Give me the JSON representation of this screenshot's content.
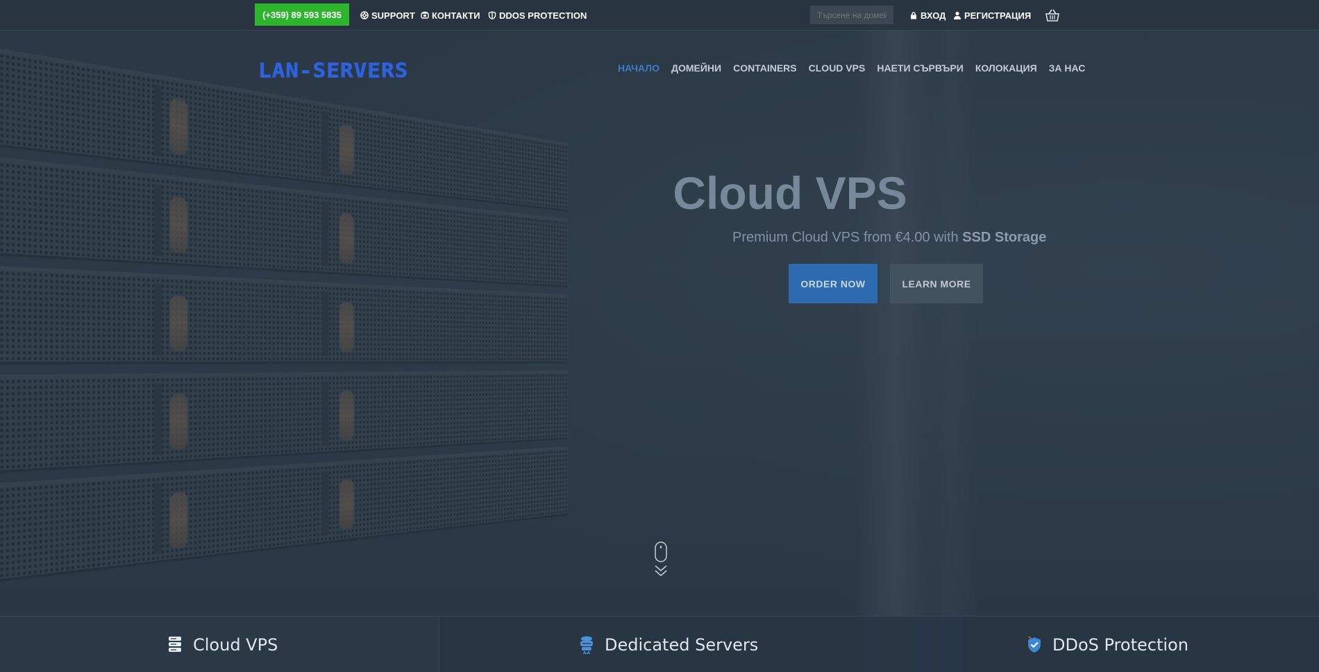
{
  "topbar": {
    "phone": "(+359) 89 593 5835",
    "links": [
      {
        "label": "SUPPORT",
        "icon": "lifebuoy-icon"
      },
      {
        "label": "КОНТАКТИ",
        "icon": "phone-icon"
      },
      {
        "label": "DDOS PROTECTION",
        "icon": "shield-icon"
      }
    ],
    "domain_search_placeholder": "Търсене на домейн",
    "login": "ВХОД",
    "register": "РЕГИСТРАЦИЯ",
    "cart_icon": "basket-icon"
  },
  "header": {
    "logo": "LAN-SERVERS",
    "nav": [
      {
        "label": "НАЧАЛО",
        "active": true
      },
      {
        "label": "ДОМЕЙНИ"
      },
      {
        "label": "CONTAINERS"
      },
      {
        "label": "CLOUD VPS"
      },
      {
        "label": "НАЕТИ СЪРВЪРИ"
      },
      {
        "label": "КОЛОКАЦИЯ"
      },
      {
        "label": "ЗА НАС"
      }
    ]
  },
  "hero": {
    "title": "Cloud VPS",
    "subtitle_prefix": "Premium Cloud VPS from €4.00 with ",
    "subtitle_bold": "SSD Storage",
    "order_button": "ORDER NOW",
    "learn_button": "LEARN MORE"
  },
  "features": [
    {
      "label": "Cloud VPS",
      "icon": "server-icon"
    },
    {
      "label": "Dedicated Servers",
      "icon": "dedicated-server-icon"
    },
    {
      "label": "DDoS Protection",
      "icon": "shield-check-icon"
    }
  ],
  "colors": {
    "phone_bg": "#2db52d",
    "accent_blue": "#2d6ab0",
    "nav_active": "#3b7bc8",
    "logo_blue": "#2f63d9"
  }
}
